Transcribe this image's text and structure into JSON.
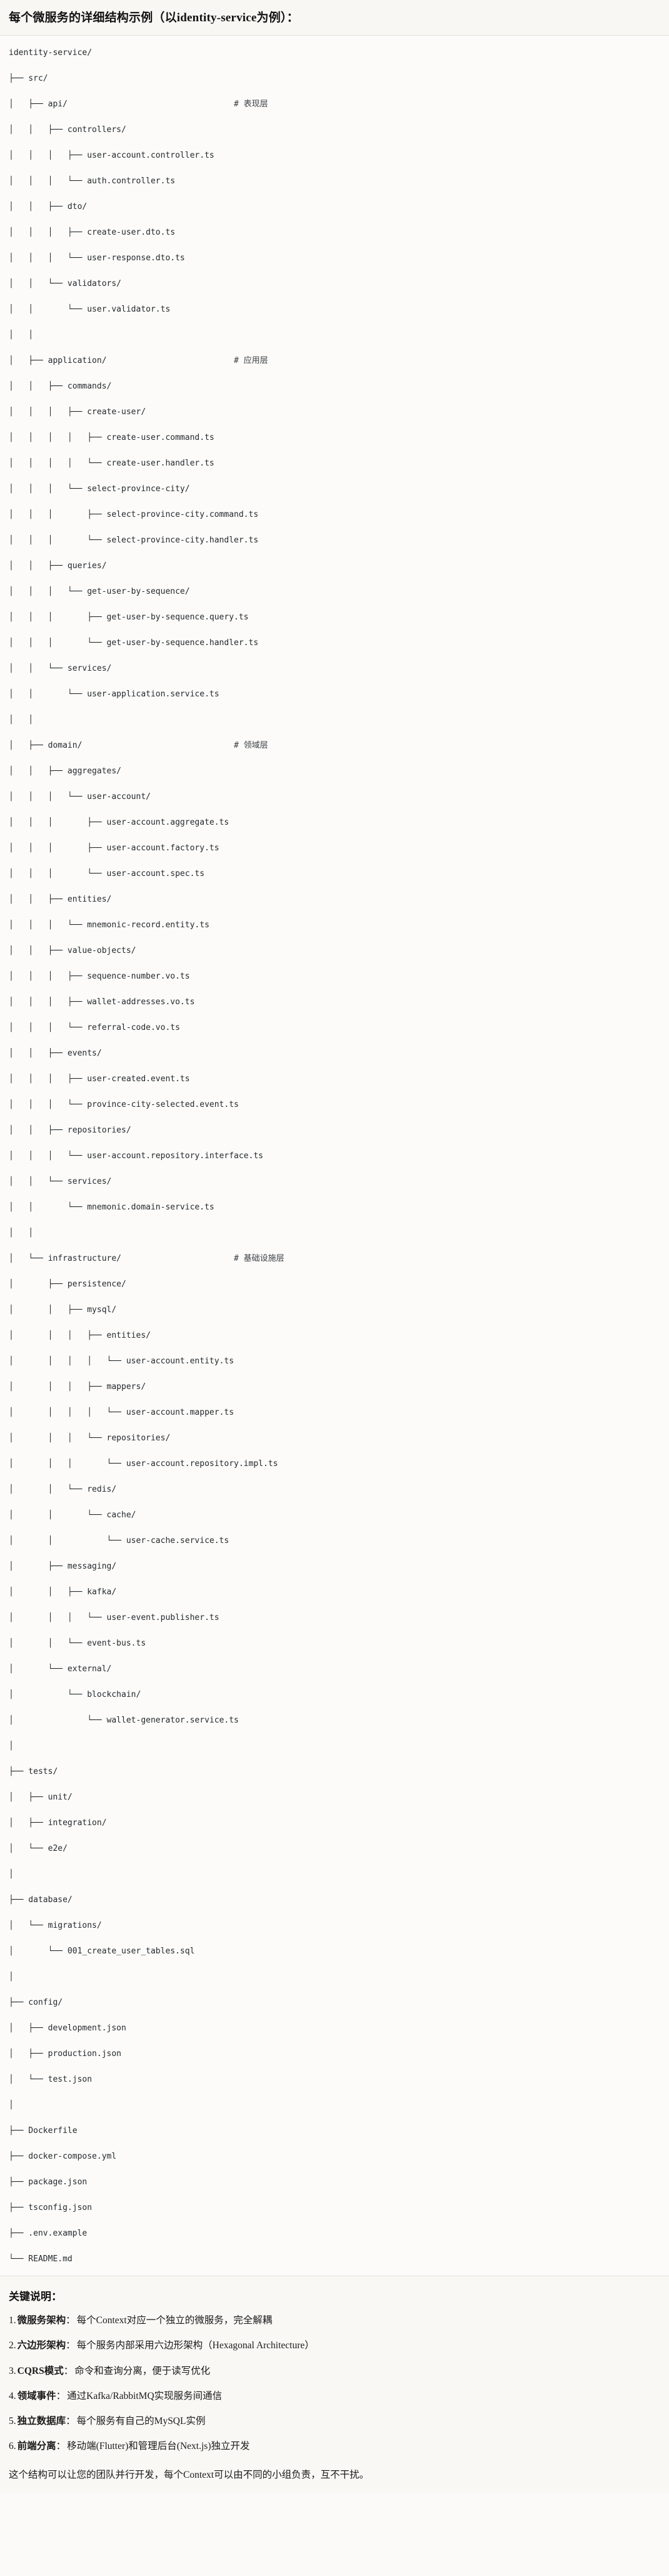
{
  "header": {
    "title": "每个微服务的详细结构示例（以identity-service为例）："
  },
  "tree": {
    "root": "identity-service/",
    "comment_column": 46,
    "lines": [
      {
        "text": "identity-service/",
        "comment": ""
      },
      {
        "text": "├── src/",
        "comment": ""
      },
      {
        "text": "│   ├── api/",
        "comment": "# 表现层"
      },
      {
        "text": "│   │   ├── controllers/",
        "comment": ""
      },
      {
        "text": "│   │   │   ├── user-account.controller.ts",
        "comment": ""
      },
      {
        "text": "│   │   │   └── auth.controller.ts",
        "comment": ""
      },
      {
        "text": "│   │   ├── dto/",
        "comment": ""
      },
      {
        "text": "│   │   │   ├── create-user.dto.ts",
        "comment": ""
      },
      {
        "text": "│   │   │   └── user-response.dto.ts",
        "comment": ""
      },
      {
        "text": "│   │   └── validators/",
        "comment": ""
      },
      {
        "text": "│   │       └── user.validator.ts",
        "comment": ""
      },
      {
        "text": "│   │",
        "comment": ""
      },
      {
        "text": "│   ├── application/",
        "comment": "# 应用层"
      },
      {
        "text": "│   │   ├── commands/",
        "comment": ""
      },
      {
        "text": "│   │   │   ├── create-user/",
        "comment": ""
      },
      {
        "text": "│   │   │   │   ├── create-user.command.ts",
        "comment": ""
      },
      {
        "text": "│   │   │   │   └── create-user.handler.ts",
        "comment": ""
      },
      {
        "text": "│   │   │   └── select-province-city/",
        "comment": ""
      },
      {
        "text": "│   │   │       ├── select-province-city.command.ts",
        "comment": ""
      },
      {
        "text": "│   │   │       └── select-province-city.handler.ts",
        "comment": ""
      },
      {
        "text": "│   │   ├── queries/",
        "comment": ""
      },
      {
        "text": "│   │   │   └── get-user-by-sequence/",
        "comment": ""
      },
      {
        "text": "│   │   │       ├── get-user-by-sequence.query.ts",
        "comment": ""
      },
      {
        "text": "│   │   │       └── get-user-by-sequence.handler.ts",
        "comment": ""
      },
      {
        "text": "│   │   └── services/",
        "comment": ""
      },
      {
        "text": "│   │       └── user-application.service.ts",
        "comment": ""
      },
      {
        "text": "│   │",
        "comment": ""
      },
      {
        "text": "│   ├── domain/",
        "comment": "# 领域层"
      },
      {
        "text": "│   │   ├── aggregates/",
        "comment": ""
      },
      {
        "text": "│   │   │   └── user-account/",
        "comment": ""
      },
      {
        "text": "│   │   │       ├── user-account.aggregate.ts",
        "comment": ""
      },
      {
        "text": "│   │   │       ├── user-account.factory.ts",
        "comment": ""
      },
      {
        "text": "│   │   │       └── user-account.spec.ts",
        "comment": ""
      },
      {
        "text": "│   │   ├── entities/",
        "comment": ""
      },
      {
        "text": "│   │   │   └── mnemonic-record.entity.ts",
        "comment": ""
      },
      {
        "text": "│   │   ├── value-objects/",
        "comment": ""
      },
      {
        "text": "│   │   │   ├── sequence-number.vo.ts",
        "comment": ""
      },
      {
        "text": "│   │   │   ├── wallet-addresses.vo.ts",
        "comment": ""
      },
      {
        "text": "│   │   │   └── referral-code.vo.ts",
        "comment": ""
      },
      {
        "text": "│   │   ├── events/",
        "comment": ""
      },
      {
        "text": "│   │   │   ├── user-created.event.ts",
        "comment": ""
      },
      {
        "text": "│   │   │   └── province-city-selected.event.ts",
        "comment": ""
      },
      {
        "text": "│   │   ├── repositories/",
        "comment": ""
      },
      {
        "text": "│   │   │   └── user-account.repository.interface.ts",
        "comment": ""
      },
      {
        "text": "│   │   └── services/",
        "comment": ""
      },
      {
        "text": "│   │       └── mnemonic.domain-service.ts",
        "comment": ""
      },
      {
        "text": "│   │",
        "comment": ""
      },
      {
        "text": "│   └── infrastructure/",
        "comment": "# 基础设施层"
      },
      {
        "text": "│       ├── persistence/",
        "comment": ""
      },
      {
        "text": "│       │   ├── mysql/",
        "comment": ""
      },
      {
        "text": "│       │   │   ├── entities/",
        "comment": ""
      },
      {
        "text": "│       │   │   │   └── user-account.entity.ts",
        "comment": ""
      },
      {
        "text": "│       │   │   ├── mappers/",
        "comment": ""
      },
      {
        "text": "│       │   │   │   └── user-account.mapper.ts",
        "comment": ""
      },
      {
        "text": "│       │   │   └── repositories/",
        "comment": ""
      },
      {
        "text": "│       │   │       └── user-account.repository.impl.ts",
        "comment": ""
      },
      {
        "text": "│       │   └── redis/",
        "comment": ""
      },
      {
        "text": "│       │       └── cache/",
        "comment": ""
      },
      {
        "text": "│       │           └── user-cache.service.ts",
        "comment": ""
      },
      {
        "text": "│       ├── messaging/",
        "comment": ""
      },
      {
        "text": "│       │   ├── kafka/",
        "comment": ""
      },
      {
        "text": "│       │   │   └── user-event.publisher.ts",
        "comment": ""
      },
      {
        "text": "│       │   └── event-bus.ts",
        "comment": ""
      },
      {
        "text": "│       └── external/",
        "comment": ""
      },
      {
        "text": "│           └── blockchain/",
        "comment": ""
      },
      {
        "text": "│               └── wallet-generator.service.ts",
        "comment": ""
      },
      {
        "text": "│",
        "comment": ""
      },
      {
        "text": "├── tests/",
        "comment": ""
      },
      {
        "text": "│   ├── unit/",
        "comment": ""
      },
      {
        "text": "│   ├── integration/",
        "comment": ""
      },
      {
        "text": "│   └── e2e/",
        "comment": ""
      },
      {
        "text": "│",
        "comment": ""
      },
      {
        "text": "├── database/",
        "comment": ""
      },
      {
        "text": "│   └── migrations/",
        "comment": ""
      },
      {
        "text": "│       └── 001_create_user_tables.sql",
        "comment": ""
      },
      {
        "text": "│",
        "comment": ""
      },
      {
        "text": "├── config/",
        "comment": ""
      },
      {
        "text": "│   ├── development.json",
        "comment": ""
      },
      {
        "text": "│   ├── production.json",
        "comment": ""
      },
      {
        "text": "│   └── test.json",
        "comment": ""
      },
      {
        "text": "│",
        "comment": ""
      },
      {
        "text": "├── Dockerfile",
        "comment": ""
      },
      {
        "text": "├── docker-compose.yml",
        "comment": ""
      },
      {
        "text": "├── package.json",
        "comment": ""
      },
      {
        "text": "├── tsconfig.json",
        "comment": ""
      },
      {
        "text": "├── .env.example",
        "comment": ""
      },
      {
        "text": "└── README.md",
        "comment": ""
      }
    ]
  },
  "notes": {
    "title": "关键说明：",
    "items": [
      {
        "num": "1.",
        "term": "微服务架构",
        "sep": "：",
        "desc": "每个Context对应一个独立的微服务，完全解耦"
      },
      {
        "num": "2.",
        "term": "六边形架构",
        "sep": "：",
        "desc": "每个服务内部采用六边形架构（Hexagonal Architecture）"
      },
      {
        "num": "3.",
        "term": "CQRS模式",
        "sep": "：",
        "desc": "命令和查询分离，便于读写优化"
      },
      {
        "num": "4.",
        "term": "领域事件",
        "sep": "：",
        "desc": "通过Kafka/RabbitMQ实现服务间通信"
      },
      {
        "num": "5.",
        "term": "独立数据库",
        "sep": "：",
        "desc": "每个服务有自己的MySQL实例"
      },
      {
        "num": "6.",
        "term": "前端分离",
        "sep": "：",
        "desc": "移动端(Flutter)和管理后台(Next.js)独立开发"
      }
    ],
    "closing": "这个结构可以让您的团队并行开发，每个Context可以由不同的小组负责，互不干扰。"
  },
  "colors": {
    "page_background": "#fbfaf8",
    "header_background": "#f9f7f4",
    "tree_background": "#fcfbf9",
    "notes_background": "#faf8f5",
    "text": "#1a1a1a",
    "tree_text": "#24292e",
    "divider": "#e3e0da"
  }
}
